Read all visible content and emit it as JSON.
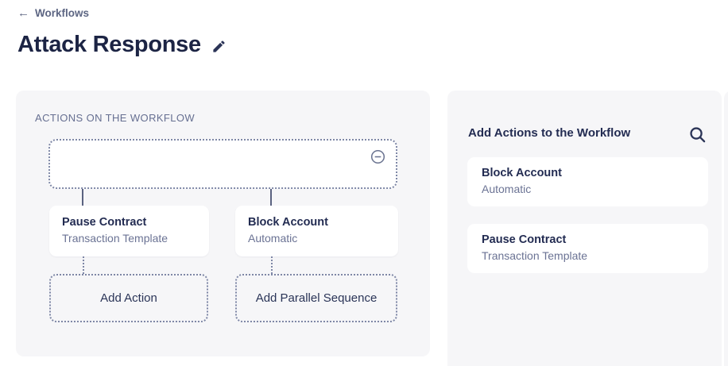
{
  "header": {
    "back_label": "Workflows",
    "title": "Attack Response"
  },
  "left_panel": {
    "heading": "ACTIONS ON THE WORKFLOW",
    "nodes": [
      {
        "title": "Pause Contract",
        "subtitle": "Transaction Template"
      },
      {
        "title": "Block Account",
        "subtitle": "Automatic"
      }
    ],
    "add_buttons": [
      {
        "label": "Add Action"
      },
      {
        "label": "Add Parallel Sequence"
      }
    ]
  },
  "right_panel": {
    "heading": "Add Actions to the Workflow",
    "actions": [
      {
        "title": "Block Account",
        "subtitle": "Automatic"
      },
      {
        "title": "Pause Contract",
        "subtitle": "Transaction Template"
      }
    ]
  },
  "icons": {
    "back_arrow": "←",
    "edit": "edit-pencil-icon",
    "search": "search-icon",
    "remove": "remove-circle-icon"
  },
  "colors": {
    "navy_text": "#232c52",
    "slate_text": "#6b7394",
    "muted_label": "#666f91",
    "dotted_border": "#7e87a6",
    "connector": "#5a6280",
    "panel_bg": "#f6f6f8",
    "card_bg": "#ffffff"
  }
}
